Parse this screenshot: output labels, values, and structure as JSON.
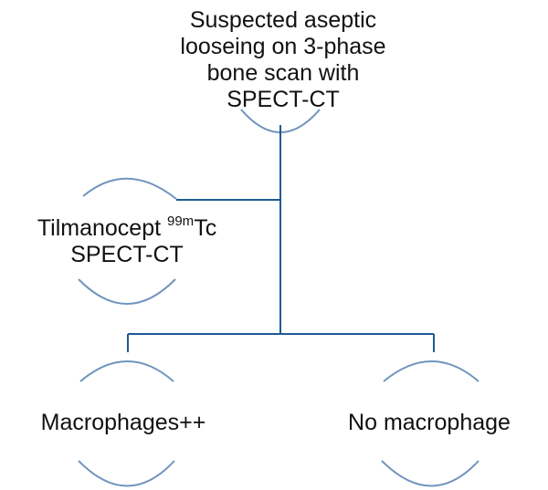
{
  "colors": {
    "connector": "#1f5a93",
    "node_arc": "#6f95bd",
    "text": "#111111"
  },
  "nodes": {
    "top": {
      "lines": [
        "Suspected aseptic",
        "looseing on 3-phase",
        "bone scan with",
        "SPECT-CT"
      ]
    },
    "middle": {
      "line1_prefix": "Tilmanocept ",
      "line1_superscript": "99m",
      "line1_suffix": "Tc",
      "line2": "SPECT-CT"
    },
    "left": {
      "label": "Macrophages++"
    },
    "right": {
      "label": "No macrophage"
    }
  }
}
